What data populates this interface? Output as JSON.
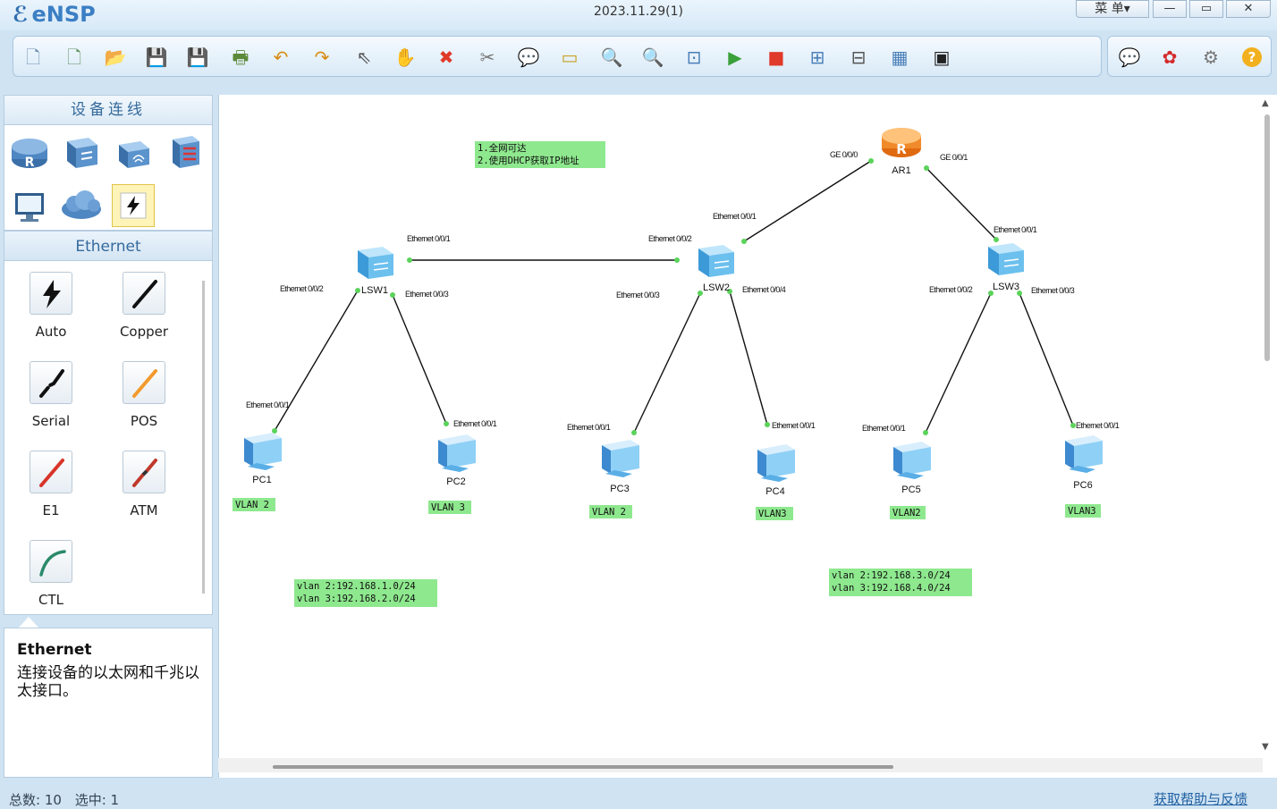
{
  "app": {
    "name": "eNSP",
    "title": "2023.11.29(1)",
    "menu_label": "菜 单▾",
    "min_label": "—",
    "max_label": "▭",
    "close_label": "✕"
  },
  "toolbar": {
    "left": [
      {
        "name": "new-topology-button",
        "icon": "new-file-icon",
        "glyph": "🗋",
        "color": "#6b8fb0"
      },
      {
        "name": "new-test-button",
        "icon": "new-test-icon",
        "glyph": "🗋",
        "color": "#5f8f5f"
      },
      {
        "name": "open-button",
        "icon": "open-folder-icon",
        "glyph": "📂",
        "color": "#d9a520"
      },
      {
        "name": "save-button",
        "icon": "save-icon",
        "glyph": "💾",
        "color": "#4a7fb8"
      },
      {
        "name": "save-as-button",
        "icon": "save-as-icon",
        "glyph": "💾",
        "color": "#6a8fb8"
      },
      {
        "name": "print-button",
        "icon": "print-icon",
        "glyph": "🖶",
        "color": "#5c8a3a"
      },
      {
        "name": "undo-button",
        "icon": "undo-icon",
        "glyph": "↶",
        "color": "#d68a10"
      },
      {
        "name": "redo-button",
        "icon": "redo-icon",
        "glyph": "↷",
        "color": "#d68a10"
      },
      {
        "name": "select-button",
        "icon": "pointer-icon",
        "glyph": "⇖",
        "color": "#555555"
      },
      {
        "name": "move-button",
        "icon": "hand-icon",
        "glyph": "✋",
        "color": "#c88a2a"
      },
      {
        "name": "delete-button",
        "icon": "delete-icon",
        "glyph": "✖",
        "color": "#e03a2a"
      },
      {
        "name": "delete-link-button",
        "icon": "delete-link-icon",
        "glyph": "✂",
        "color": "#777777"
      },
      {
        "name": "text-button",
        "icon": "comment-icon",
        "glyph": "💬",
        "color": "#6a90b8"
      },
      {
        "name": "palette-button",
        "icon": "palette-icon",
        "glyph": "▭",
        "color": "#c8a020"
      },
      {
        "name": "zoom-in-button",
        "icon": "zoom-in-icon",
        "glyph": "🔍",
        "color": "#3a8a3a"
      },
      {
        "name": "zoom-out-button",
        "icon": "zoom-out-icon",
        "glyph": "🔍",
        "color": "#3a8a3a"
      },
      {
        "name": "fit-button",
        "icon": "fit-icon",
        "glyph": "⊡",
        "color": "#4a7fb8"
      },
      {
        "name": "start-button",
        "icon": "play-icon",
        "glyph": "▶",
        "color": "#3aa03a"
      },
      {
        "name": "stop-button",
        "icon": "stop-icon",
        "glyph": "■",
        "color": "#e03a2a"
      },
      {
        "name": "capture-button",
        "icon": "capture-icon",
        "glyph": "⊞",
        "color": "#4a7fb8"
      },
      {
        "name": "topology-button",
        "icon": "topology-icon",
        "glyph": "⊟",
        "color": "#555555"
      },
      {
        "name": "grid-button",
        "icon": "grid-icon",
        "glyph": "▦",
        "color": "#4a7fb8"
      },
      {
        "name": "cli-button",
        "icon": "terminal-icon",
        "glyph": "▣",
        "color": "#222222"
      }
    ],
    "right": [
      {
        "name": "forum-button",
        "icon": "chat-icon",
        "glyph": "💬",
        "color": "#6a90b8"
      },
      {
        "name": "huawei-button",
        "icon": "huawei-logo-icon",
        "glyph": "✿",
        "color": "#d42a2a"
      },
      {
        "name": "settings-button",
        "icon": "gear-icon",
        "glyph": "⚙",
        "color": "#777777"
      },
      {
        "name": "help-button",
        "icon": "help-icon",
        "glyph": "?",
        "color": "#e0a010"
      }
    ]
  },
  "left_panel": {
    "header": "设备连线",
    "section": "Ethernet",
    "devices": [
      {
        "name": "router",
        "icon": "router-icon"
      },
      {
        "name": "switch",
        "icon": "switch-icon"
      },
      {
        "name": "wlan",
        "icon": "wireless-icon"
      },
      {
        "name": "firewall",
        "icon": "firewall-icon"
      },
      {
        "name": "pc",
        "icon": "pc-icon"
      },
      {
        "name": "cloud",
        "icon": "cloud-icon"
      },
      {
        "name": "connection",
        "icon": "lightning-icon",
        "selected": true
      }
    ],
    "cables": [
      {
        "label": "Auto",
        "icon": "auto-cable-icon"
      },
      {
        "label": "Copper",
        "icon": "copper-cable-icon"
      },
      {
        "label": "Serial",
        "icon": "serial-cable-icon"
      },
      {
        "label": "POS",
        "icon": "pos-cable-icon"
      },
      {
        "label": "E1",
        "icon": "e1-cable-icon"
      },
      {
        "label": "ATM",
        "icon": "atm-cable-icon"
      },
      {
        "label": "CTL",
        "icon": "ctl-cable-icon"
      }
    ],
    "info_title": "Ethernet",
    "info_desc": "连接设备的以太网和千兆以太接口。"
  },
  "topology": {
    "devices": [
      {
        "id": "AR1",
        "label": "AR1",
        "type": "router"
      },
      {
        "id": "LSW1",
        "label": "LSW1",
        "type": "switch"
      },
      {
        "id": "LSW2",
        "label": "LSW2",
        "type": "switch"
      },
      {
        "id": "LSW3",
        "label": "LSW3",
        "type": "switch"
      },
      {
        "id": "PC1",
        "label": "PC1",
        "type": "pc"
      },
      {
        "id": "PC2",
        "label": "PC2",
        "type": "pc"
      },
      {
        "id": "PC3",
        "label": "PC3",
        "type": "pc"
      },
      {
        "id": "PC4",
        "label": "PC4",
        "type": "pc"
      },
      {
        "id": "PC5",
        "label": "PC5",
        "type": "pc"
      },
      {
        "id": "PC6",
        "label": "PC6",
        "type": "pc"
      }
    ],
    "links": [
      {
        "a": "AR1",
        "a_port": "GE 0/0/0",
        "b": "LSW2",
        "b_port": "Ethernet 0/0/1"
      },
      {
        "a": "AR1",
        "a_port": "GE 0/0/1",
        "b": "LSW3",
        "b_port": "Ethernet 0/0/1"
      },
      {
        "a": "LSW1",
        "a_port": "Ethernet 0/0/1",
        "b": "LSW2",
        "b_port": "Ethernet 0/0/2"
      },
      {
        "a": "LSW1",
        "a_port": "Ethernet 0/0/2",
        "b": "PC1",
        "b_port": "Ethernet 0/0/1"
      },
      {
        "a": "LSW1",
        "a_port": "Ethernet 0/0/3",
        "b": "PC2",
        "b_port": "Ethernet 0/0/1"
      },
      {
        "a": "LSW2",
        "a_port": "Ethernet 0/0/3",
        "b": "PC3",
        "b_port": "Ethernet 0/0/1"
      },
      {
        "a": "LSW2",
        "a_port": "Ethernet 0/0/4",
        "b": "PC4",
        "b_port": "Ethernet 0/0/1"
      },
      {
        "a": "LSW3",
        "a_port": "Ethernet 0/0/2",
        "b": "PC5",
        "b_port": "Ethernet 0/0/1"
      },
      {
        "a": "LSW3",
        "a_port": "Ethernet 0/0/3",
        "b": "PC6",
        "b_port": "Ethernet 0/0/1"
      }
    ],
    "notes": [
      {
        "id": "req",
        "lines": [
          "1.全网可达",
          "2.使用DHCP获取IP地址"
        ]
      },
      {
        "id": "vlan1",
        "lines": [
          "VLAN 2"
        ]
      },
      {
        "id": "vlan2",
        "lines": [
          "VLAN 3"
        ]
      },
      {
        "id": "vlan3",
        "lines": [
          "VLAN 2"
        ]
      },
      {
        "id": "vlan4",
        "lines": [
          "VLAN3"
        ]
      },
      {
        "id": "vlan5",
        "lines": [
          "VLAN2"
        ]
      },
      {
        "id": "vlan6",
        "lines": [
          "VLAN3"
        ]
      },
      {
        "id": "net-left",
        "lines": [
          "vlan 2:192.168.1.0/24",
          "vlan 3:192.168.2.0/24"
        ]
      },
      {
        "id": "net-right",
        "lines": [
          "vlan 2:192.168.3.0/24",
          "vlan 3:192.168.4.0/24"
        ]
      }
    ]
  },
  "status": {
    "total": "总数:  10",
    "selected": "选中:  1",
    "help": "获取帮助与反馈"
  }
}
